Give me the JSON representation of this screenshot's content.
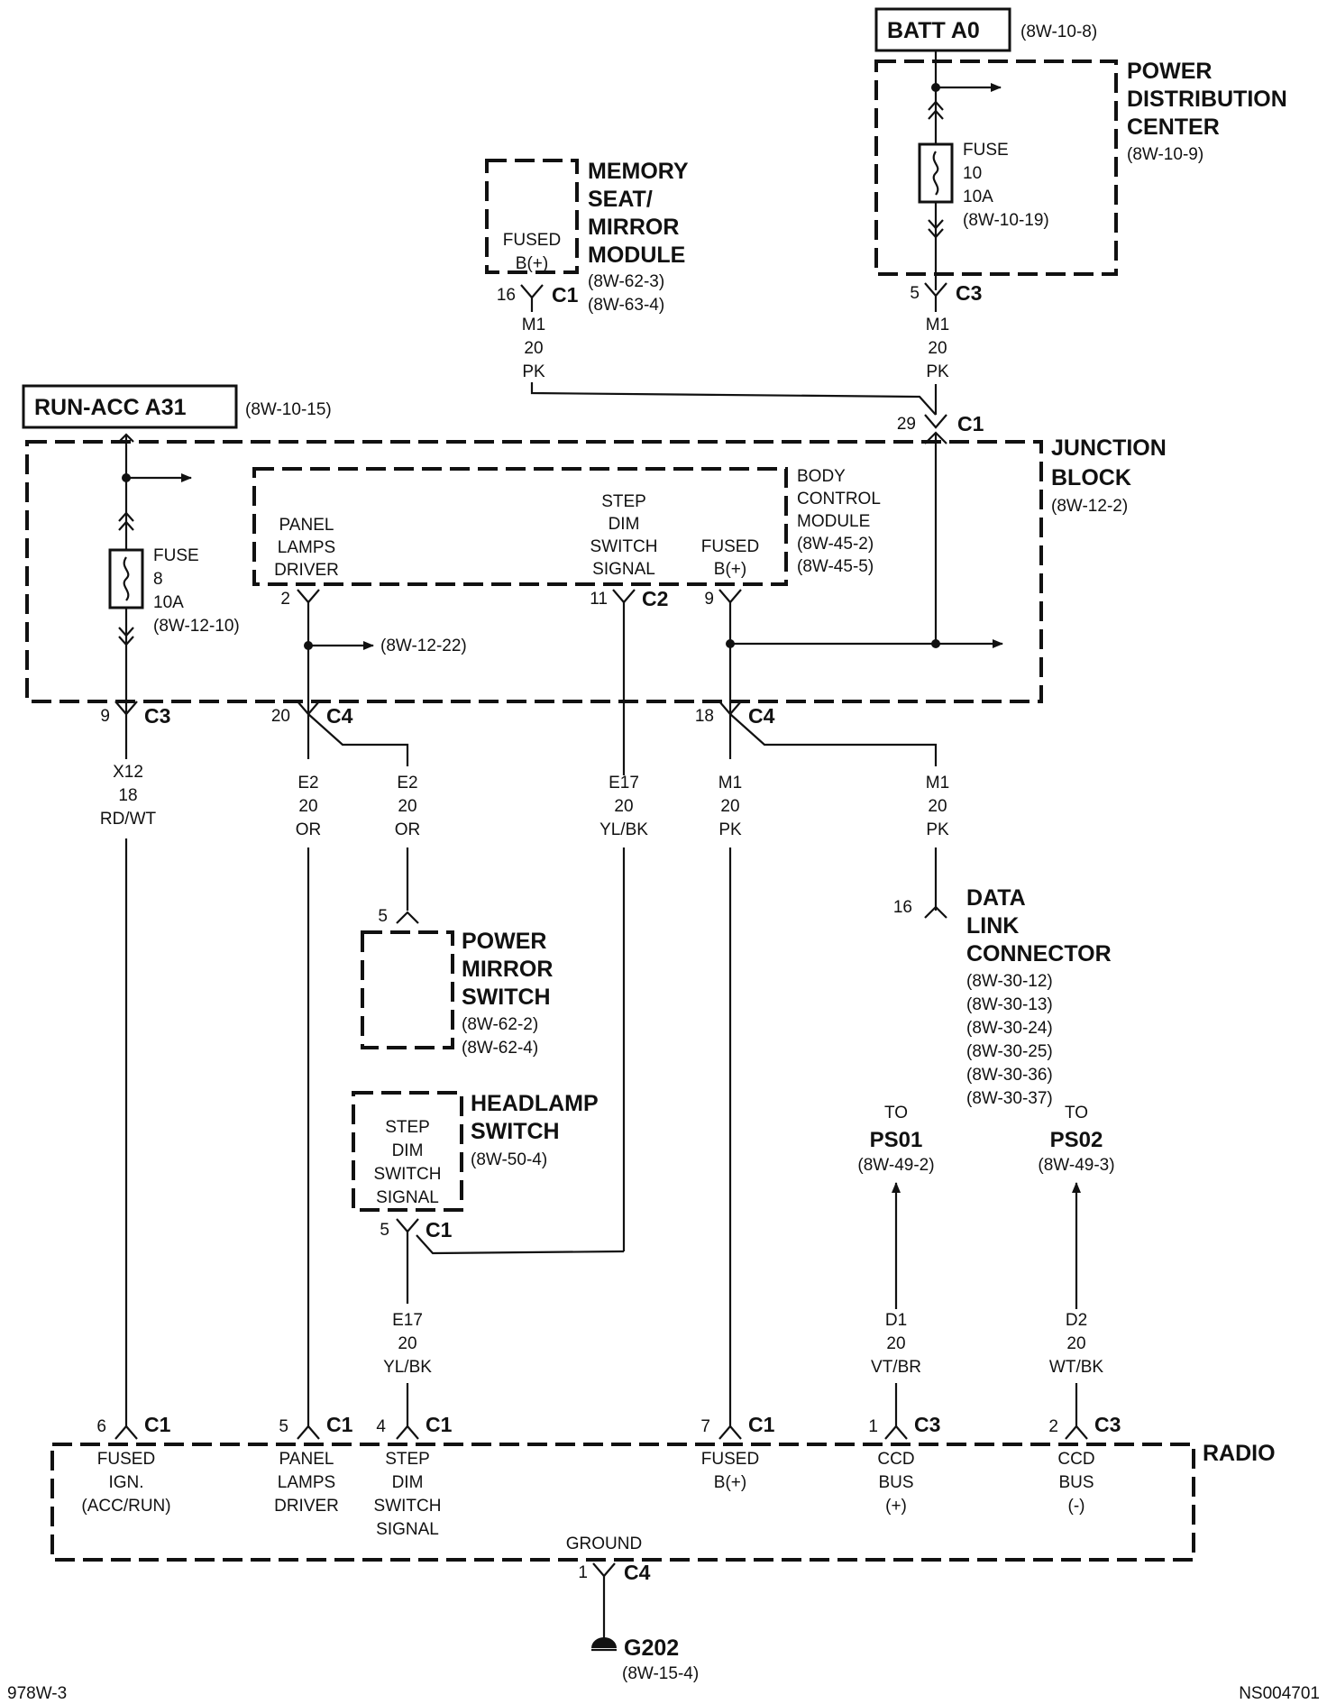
{
  "sources": {
    "batt": {
      "label": "BATT A0",
      "ref": "(8W-10-8)"
    },
    "runacc": {
      "label": "RUN-ACC A31",
      "ref": "(8W-10-15)"
    }
  },
  "pdc": {
    "title": [
      "POWER",
      "DISTRIBUTION",
      "CENTER"
    ],
    "ref": "(8W-10-9)",
    "fuse": [
      "FUSE",
      "10",
      "10A",
      "(8W-10-19)"
    ],
    "conn": {
      "pin": "5",
      "name": "C3"
    },
    "wire": [
      "M1",
      "20",
      "PK"
    ]
  },
  "memseat": {
    "title": [
      "MEMORY",
      "SEAT/",
      "MIRROR",
      "MODULE"
    ],
    "refs": [
      "(8W-62-3)",
      "(8W-63-4)"
    ],
    "inner": [
      "FUSED",
      "B(+)"
    ],
    "conn": {
      "pin": "16",
      "name": "C1"
    },
    "wire": [
      "M1",
      "20",
      "PK"
    ]
  },
  "jb": {
    "title": [
      "JUNCTION",
      "BLOCK"
    ],
    "ref": "(8W-12-2)",
    "conn_top": {
      "pin": "29",
      "name": "C1"
    },
    "fuse": [
      "FUSE",
      "8",
      "10A",
      "(8W-12-10)"
    ],
    "bcm_title": [
      "BODY",
      "CONTROL",
      "MODULE",
      "(8W-45-2)",
      "(8W-45-5)"
    ],
    "bcm_panel": [
      "PANEL",
      "LAMPS",
      "DRIVER"
    ],
    "bcm_step": [
      "STEP",
      "DIM",
      "SWITCH",
      "SIGNAL"
    ],
    "bcm_fused": [
      "FUSED",
      "B(+)"
    ],
    "pin_panel": "2",
    "pin_step": "11",
    "conn_step": "C2",
    "pin_fused": "9",
    "splice_ref": "(8W-12-22)",
    "conn_c3": {
      "pin": "9",
      "name": "C3"
    },
    "conn_c4a": {
      "pin": "20",
      "name": "C4"
    },
    "conn_c4b": {
      "pin": "18",
      "name": "C4"
    }
  },
  "wires": {
    "x12": [
      "X12",
      "18",
      "RD/WT"
    ],
    "e2a": [
      "E2",
      "20",
      "OR"
    ],
    "e2b": [
      "E2",
      "20",
      "OR"
    ],
    "e17a": [
      "E17",
      "20",
      "YL/BK"
    ],
    "m1a": [
      "M1",
      "20",
      "PK"
    ],
    "m1b": [
      "M1",
      "20",
      "PK"
    ],
    "e17b": [
      "E17",
      "20",
      "YL/BK"
    ],
    "d1": [
      "D1",
      "20",
      "VT/BR"
    ],
    "d2": [
      "D2",
      "20",
      "WT/BK"
    ]
  },
  "pms": {
    "title": [
      "POWER",
      "MIRROR",
      "SWITCH"
    ],
    "refs": [
      "(8W-62-2)",
      "(8W-62-4)"
    ],
    "pin": "5"
  },
  "dlc": {
    "title": [
      "DATA",
      "LINK",
      "CONNECTOR"
    ],
    "refs": [
      "(8W-30-12)",
      "(8W-30-13)",
      "(8W-30-24)",
      "(8W-30-25)",
      "(8W-30-36)",
      "(8W-30-37)"
    ],
    "pin": "16"
  },
  "hls": {
    "title": [
      "HEADLAMP",
      "SWITCH"
    ],
    "ref": "(8W-50-4)",
    "inner": [
      "STEP",
      "DIM",
      "SWITCH",
      "SIGNAL"
    ],
    "conn": {
      "pin": "5",
      "name": "C1"
    }
  },
  "ps01": {
    "to": "TO",
    "name": "PS01",
    "ref": "(8W-49-2)"
  },
  "ps02": {
    "to": "TO",
    "name": "PS02",
    "ref": "(8W-49-3)"
  },
  "radio": {
    "title": "RADIO",
    "c1_6": {
      "pin": "6",
      "name": "C1",
      "label": [
        "FUSED",
        "IGN.",
        "(ACC/RUN)"
      ]
    },
    "c1_5": {
      "pin": "5",
      "name": "C1",
      "label": [
        "PANEL",
        "LAMPS",
        "DRIVER"
      ]
    },
    "c1_4": {
      "pin": "4",
      "name": "C1",
      "label": [
        "STEP",
        "DIM",
        "SWITCH",
        "SIGNAL"
      ]
    },
    "c1_7": {
      "pin": "7",
      "name": "C1",
      "label": [
        "FUSED",
        "B(+)"
      ]
    },
    "c3_1": {
      "pin": "1",
      "name": "C3",
      "label": [
        "CCD",
        "BUS",
        "(+)"
      ]
    },
    "c3_2": {
      "pin": "2",
      "name": "C3",
      "label": [
        "CCD",
        "BUS",
        "(-)"
      ]
    },
    "ground": "GROUND",
    "gconn": {
      "pin": "1",
      "name": "C4"
    }
  },
  "g202": {
    "name": "G202",
    "ref": "(8W-15-4)"
  },
  "footer": {
    "left": "978W-3",
    "right": "NS004701"
  }
}
